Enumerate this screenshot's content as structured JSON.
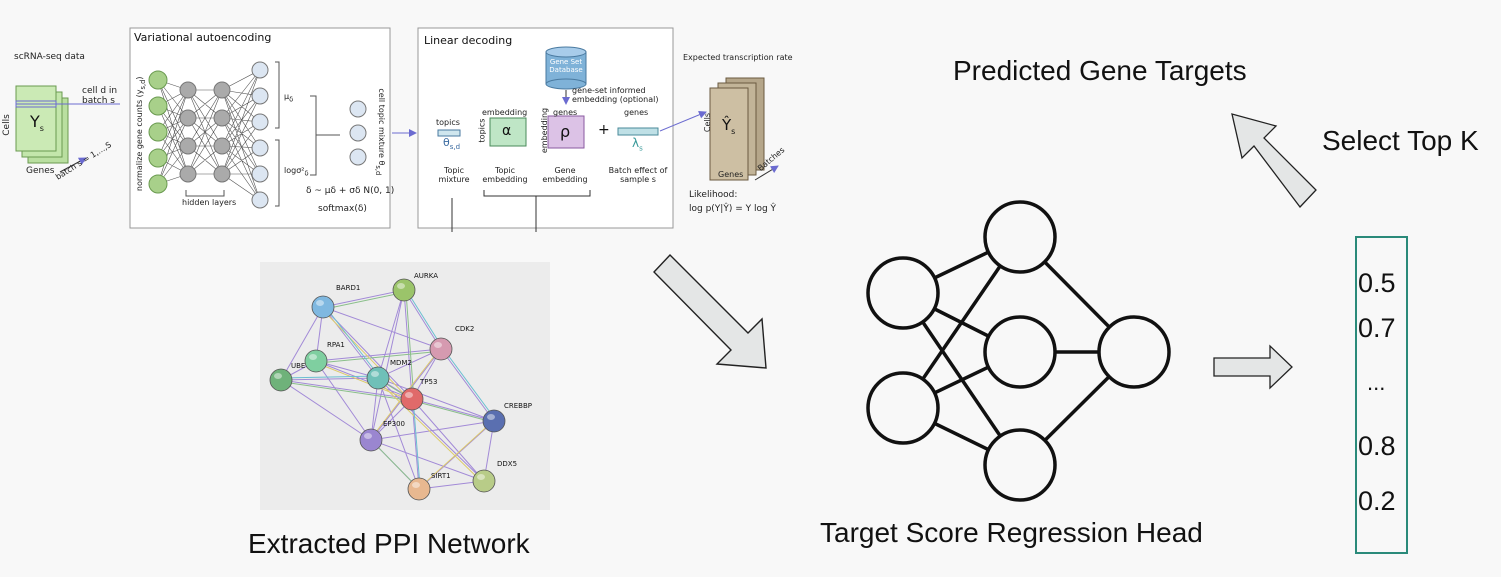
{
  "scrna": {
    "data_label": "scRNA-seq data",
    "cells_label": "Cells",
    "genes_label": "Genes",
    "matrix_label": "Y",
    "matrix_sub": "s",
    "cell_d_label": "cell d in batch s",
    "batch_label": "batch s = 1,...,S"
  },
  "vae": {
    "title": "Variational autoencoding",
    "normalize_label": "normalize gene counts (y",
    "normalize_sub": "s,d",
    "hidden_layers_label": "hidden layers",
    "mu_label": "μ",
    "mu_sub": "δ",
    "logsigma_label": "logσ²",
    "logsigma_sub": "δ",
    "delta_eq": "δ ~ μδ + σδ N(0, 1)",
    "softmax_label": "softmax(δ)",
    "topic_mixture_label": "cell topic mixture θ",
    "topic_mixture_sub": "s,d"
  },
  "decoder": {
    "title": "Linear decoding",
    "database_label": "Gene Set Database",
    "gene_set_note": "gene-set informed embedding (optional)",
    "topics_label": "topics",
    "theta_label": "θ",
    "theta_sub": "s,d",
    "embedding_label": "embedding",
    "alpha_topics_label": "topics",
    "alpha_symbol": "α",
    "genes_label": "genes",
    "rho_embedding_label": "embedding",
    "rho_symbol": "ρ",
    "plus": "+",
    "genes_label2": "genes",
    "lambda_symbol": "λ",
    "lambda_sub": "s",
    "topic_mixture_caption": "Topic mixture",
    "topic_embedding_caption": "Topic embedding",
    "gene_embedding_caption": "Gene embedding",
    "batch_effect_caption": "Batch effect of sample s"
  },
  "expected": {
    "title": "Expected transcription rate",
    "cells_label": "Cells",
    "genes_label": "Genes",
    "batches_label": "Batches",
    "matrix_label": "Ŷ",
    "matrix_sub": "s",
    "likelihood_label": "Likelihood:",
    "likelihood_eq": "log p(Y|Ŷ) = Y log Ŷ"
  },
  "ppi": {
    "caption": "Extracted PPI Network",
    "nodes": [
      {
        "label": "AURKA",
        "color": "#9bc46a"
      },
      {
        "label": "BARD1",
        "color": "#7fb8e0"
      },
      {
        "label": "CDK2",
        "color": "#d69ab0"
      },
      {
        "label": "RPA1",
        "color": "#7fcfa0"
      },
      {
        "label": "UBE",
        "color": "#6fb27a"
      },
      {
        "label": "MDM2",
        "color": "#6fc0b8"
      },
      {
        "label": "TP53",
        "color": "#e06a6a"
      },
      {
        "label": "CREBBP",
        "color": "#5a6fb0"
      },
      {
        "label": "EP300",
        "color": "#9a86d0"
      },
      {
        "label": "DDX5",
        "color": "#b8cc88"
      },
      {
        "label": "SIRT1",
        "color": "#e8b890"
      }
    ]
  },
  "regression_head": {
    "caption": "Target Score Regression Head"
  },
  "scores": {
    "values": [
      "0.5",
      "0.7",
      "...",
      "0.8",
      "0.2"
    ]
  },
  "select_label": "Select Top K",
  "predicted_label": "Predicted Gene Targets"
}
